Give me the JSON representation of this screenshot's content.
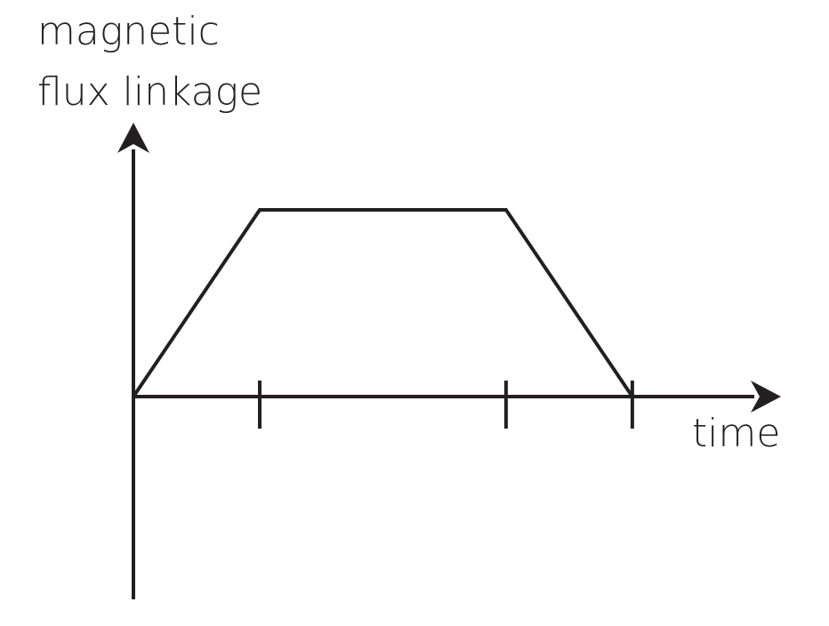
{
  "chart_data": {
    "type": "line",
    "ylabel_lines": [
      "magnetic",
      "flux linkage"
    ],
    "xlabel": "time",
    "x_ticks": 3,
    "series": [
      {
        "points": [
          {
            "x": 0,
            "y": 0
          },
          {
            "x": 1,
            "y": 1
          },
          {
            "x": 2.95,
            "y": 1
          },
          {
            "x": 3.95,
            "y": 0
          }
        ]
      }
    ],
    "tick_positions": [
      1,
      2.95,
      3.95
    ],
    "xlim": [
      0,
      5
    ],
    "ylim": [
      -1.1,
      1.45
    ],
    "grid": false,
    "line_color": "#231f20"
  }
}
